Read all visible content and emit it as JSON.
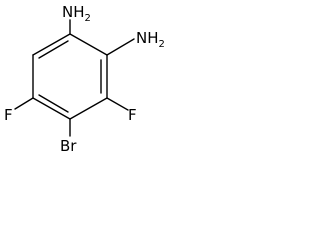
{
  "molecule": {
    "substituents": {
      "amine_top": {
        "symbol": "NH",
        "subscript": "2"
      },
      "amine_right": {
        "symbol": "NH",
        "subscript": "2"
      },
      "fluoro_left": {
        "symbol": "F"
      },
      "fluoro_right": {
        "symbol": "F"
      },
      "bromo": {
        "symbol": "Br"
      }
    },
    "colors": {
      "bond": "#000000",
      "label": "#000000",
      "background": "#ffffff"
    }
  }
}
